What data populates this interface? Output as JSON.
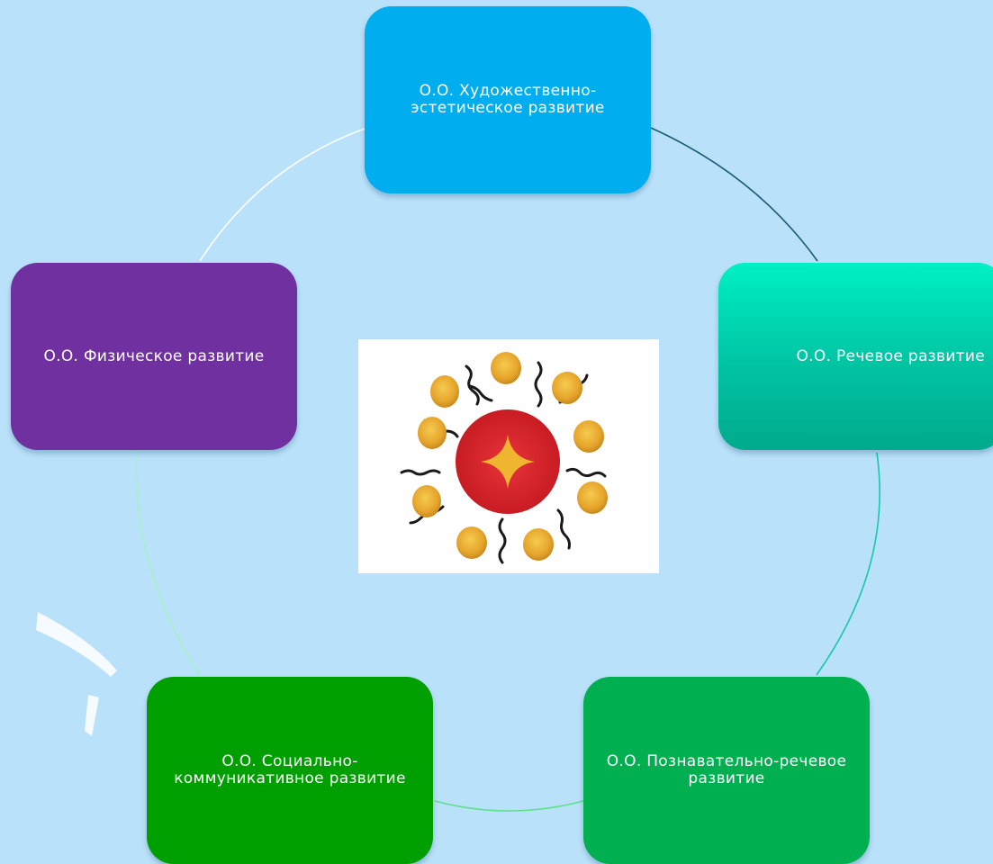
{
  "nodes": {
    "artistic": "О.О. Художественно-эстетическое развитие",
    "speech": "О.О. Речевое развитие",
    "physical": "О.О. Физическое развитие",
    "social": "О.О. Социально-коммуникативное развитие",
    "cognitive": "О.О. Познавательно-речевое развитие"
  },
  "colors": {
    "background": "#b9e1f9",
    "artistic": "#00aeef",
    "speech": "#00d4b0",
    "physical": "#7030a0",
    "social": "#009f00",
    "cognitive": "#00b050",
    "connector_artistic_speech": "#1a5a7a",
    "connector_speech_cognitive": "#19c7a8",
    "connector_cognitive_social": "#5ee08a",
    "connector_social_physical": "#a6f0c4",
    "connector_physical_artistic": "#ffffff"
  },
  "icons": {
    "center_picture": "sun-illustration-icon",
    "background_decoration": "arc-decoration-icon"
  }
}
